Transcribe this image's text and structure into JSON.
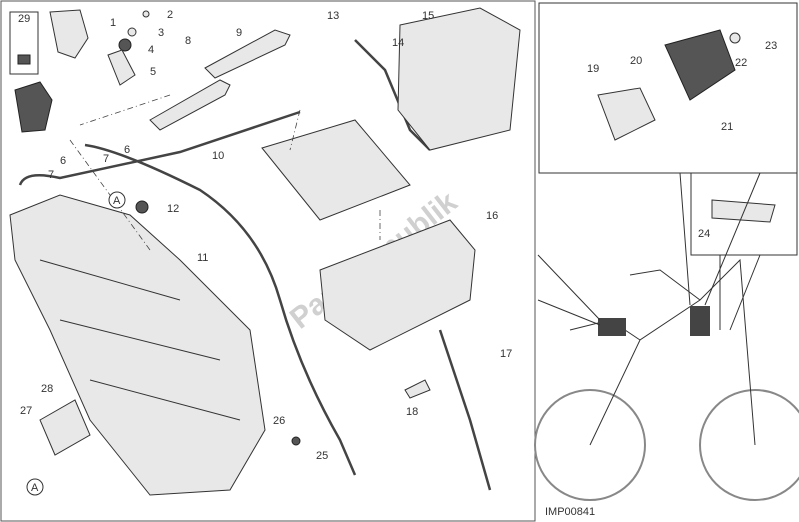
{
  "labels": {
    "p29": "29",
    "p1": "1",
    "p2": "2",
    "p3": "3",
    "p4": "4",
    "p5": "5",
    "p6a": "6",
    "p6b": "6",
    "p7a": "7",
    "p7b": "7",
    "p8": "8",
    "p9": "9",
    "p10": "10",
    "p11": "11",
    "p12": "12",
    "p13": "13",
    "p14": "14",
    "p15": "15",
    "p16": "16",
    "p17": "17",
    "p18": "18",
    "p19": "19",
    "p20": "20",
    "p21": "21",
    "p22": "22",
    "p23": "23",
    "p24": "24",
    "p25": "25",
    "p26": "26",
    "p27": "27",
    "p28": "28"
  },
  "ref_markers": {
    "a1": "A",
    "a2": "A"
  },
  "image_code": "IMP00841",
  "watermark": "PartsRepublik"
}
